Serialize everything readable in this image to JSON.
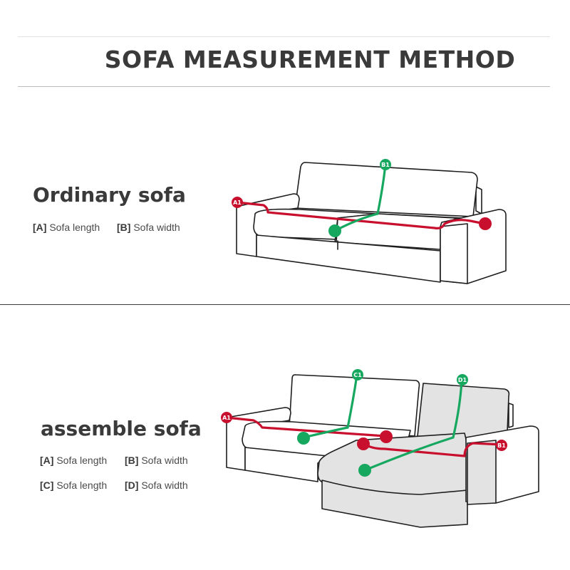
{
  "page": {
    "title": "SOFA MEASUREMENT METHOD"
  },
  "ordinary": {
    "heading": "Ordinary sofa",
    "legend": [
      {
        "key": "[A]",
        "text": "Sofa length"
      },
      {
        "key": "[B]",
        "text": "Sofa width"
      }
    ],
    "markers": {
      "a": "A1",
      "b": "B1"
    }
  },
  "assemble": {
    "heading": "assemble sofa",
    "legend": [
      {
        "key": "[A]",
        "text": "Sofa length"
      },
      {
        "key": "[B]",
        "text": "Sofa width"
      },
      {
        "key": "[C]",
        "text": "Sofa length"
      },
      {
        "key": "[D]",
        "text": "Sofa width"
      }
    ],
    "markers": {
      "a": "A1",
      "b": "B1",
      "c": "C1",
      "d": "D1"
    }
  },
  "colors": {
    "red": "#c8102e",
    "green": "#17a860",
    "outline": "#1e1e1e",
    "chaise_fill": "#e3e3e3",
    "rule": "#cfcfcf",
    "divider": "#3a3a3a"
  }
}
